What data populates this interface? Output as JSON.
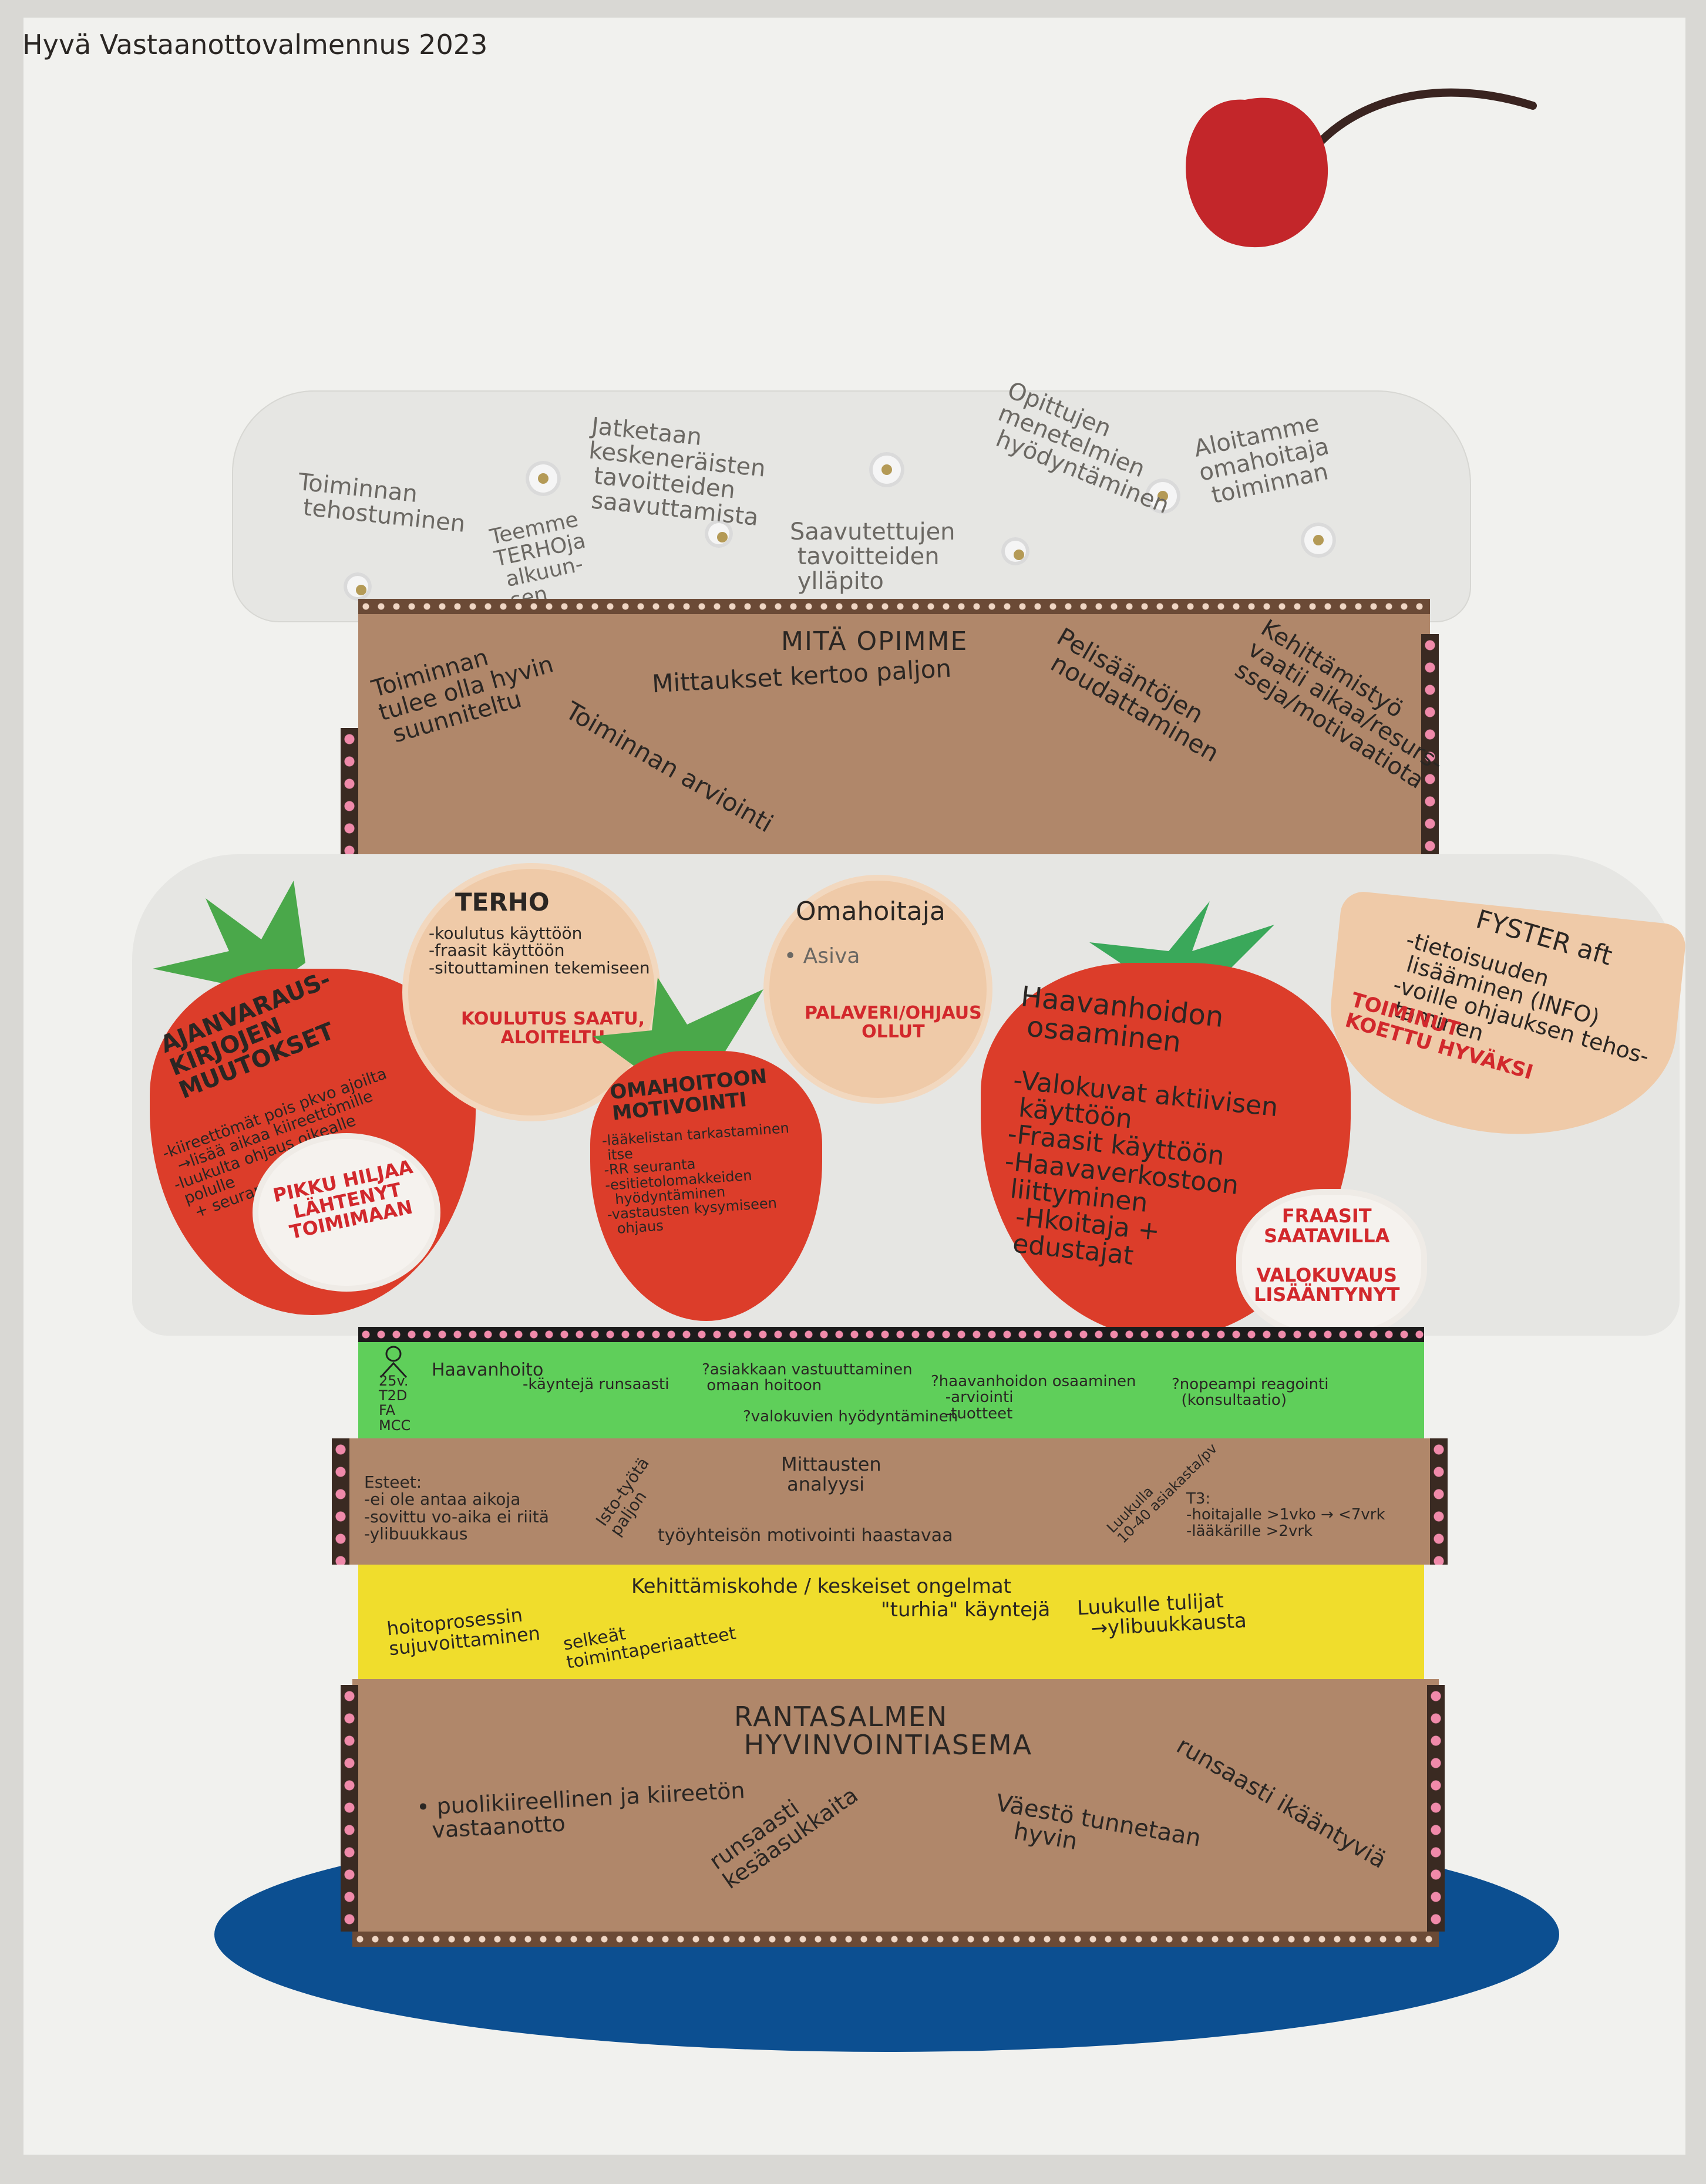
{
  "poster": {
    "title": "Hyvä Vastaanottovalmennus 2023"
  },
  "frosting": {
    "notes": [
      "Toiminnan\n tehostuminen",
      "Teemme\nTERHOja\n alkuun-\n sen",
      "Jatketaan\nkeskeneräisten\n tavoitteiden\n saavuttamista",
      "Saavutettujen\n tavoitteiden\n ylläpito",
      "Opittujen\nmenetelmien\n hyödyntäminen",
      "Aloitamme\nomahoitaja\n toiminnan"
    ]
  },
  "layer_learn": {
    "title": "MITÄ OPIMME",
    "notes": [
      "Toiminnan\ntulee olla hyvin\n suunniteltu",
      "Mittaukset kertoo paljon",
      "Toiminnan arviointi",
      "Pelisääntöjen\n noudattaminen",
      "Kehittämistyö\nvaatii aikaa/resurs-\nsseja/motivaatiota"
    ]
  },
  "fruits": {
    "ajanvaraus": {
      "title": "AJANVARAUS-\nKIRJOJEN\nMUUTOKSET",
      "text": "-kiireettömät pois pkvo ajoilta\n  →lisää aikaa kiireettömille\n-luukulta ohjaus oikealle\n polulle\n  + seuranta",
      "status": "PIKKU HILJAA\nLÄHTENYT\nTOIMIMAAN"
    },
    "terho": {
      "title": "TERHO",
      "text": "-koulutus käyttöön\n-fraasit käyttöön\n-sitouttaminen tekemiseen",
      "status": "KOULUTUS SAATU,\nALOITELTU"
    },
    "omahoitoon": {
      "title": "OMAHOITOON\nMOTIVOINTI",
      "text": "-lääkelistan tarkastaminen\n itse\n-RR seuranta\n-esitietolomakkeiden\n  hyödyntäminen\n-vastausten kysymiseen\n  ohjaus"
    },
    "omahoitaja": {
      "title": "Omahoitaja",
      "text": "• Asiva",
      "status": "PALAVERI/OHJAUS\nOLLUT"
    },
    "haavanhoito": {
      "title": "Haavanhoidon\n osaaminen",
      "text": "-Valokuvat aktiivisen\n käyttöön\n-Fraasit käyttöön\n-Haavaverkostoon\n liittyminen\n  -Hkoitaja +\n  edustajat",
      "status": "FRAASIT\nSAATAVILLA\n\nVALOKUVAUS\nLISÄÄNTYNYT"
    },
    "fyster": {
      "title": "FYSTER aft",
      "text": "-tietoisuuden\n lisääminen (INFO)\n-voille ohjauksen tehos-\n taminen",
      "status": "TOIMINUT\nKOETTU HYVÄKSI"
    }
  },
  "layer_green": {
    "left": "25v.\nT2D\nFA\nMCC",
    "items": [
      "Haavanhoito",
      "-käyntejä runsaasti",
      "?asiakkaan vastuuttaminen\n omaan hoitoon",
      "?valokuvien hyödyntäminen",
      "?haavanhoidon osaaminen\n   -arviointi\n   -tuotteet",
      "?nopeampi reagointi\n  (konsultaatio)"
    ]
  },
  "layer_obstacles": {
    "notes": [
      "Esteet:\n-ei ole antaa aikoja\n-sovittu vo-aika ei riitä\n-ylibuukkaus",
      "Isto-työtä\npaljon",
      "Mittausten\n analyysi",
      "työyhteisön motivointi haastavaa",
      "Luukulla\n10-40 asiakasta/pv",
      "T3:\n-hoitajalle >1vko → <7vrk\n-lääkärille >2vrk"
    ]
  },
  "layer_yellow": {
    "title": "Kehittämiskohde / keskeiset ongelmat",
    "notes": [
      "hoitoprosessin\nsujuvoittaminen",
      "selkeät\ntoimintaperiaatteet",
      "\"turhia\" käyntejä",
      "Luukulle tulijat\n  →ylibuukkausta"
    ]
  },
  "layer_base": {
    "title": "RANTASALMEN\n HYVINVOINTIASEMA",
    "notes": [
      "• puolikiireellinen ja kiireetön\n  vastaanotto",
      "runsaasti\nkesäasukkaita",
      "Väestö tunnetaan\n   hyvin",
      "runsaasti ikääntyviä"
    ]
  }
}
